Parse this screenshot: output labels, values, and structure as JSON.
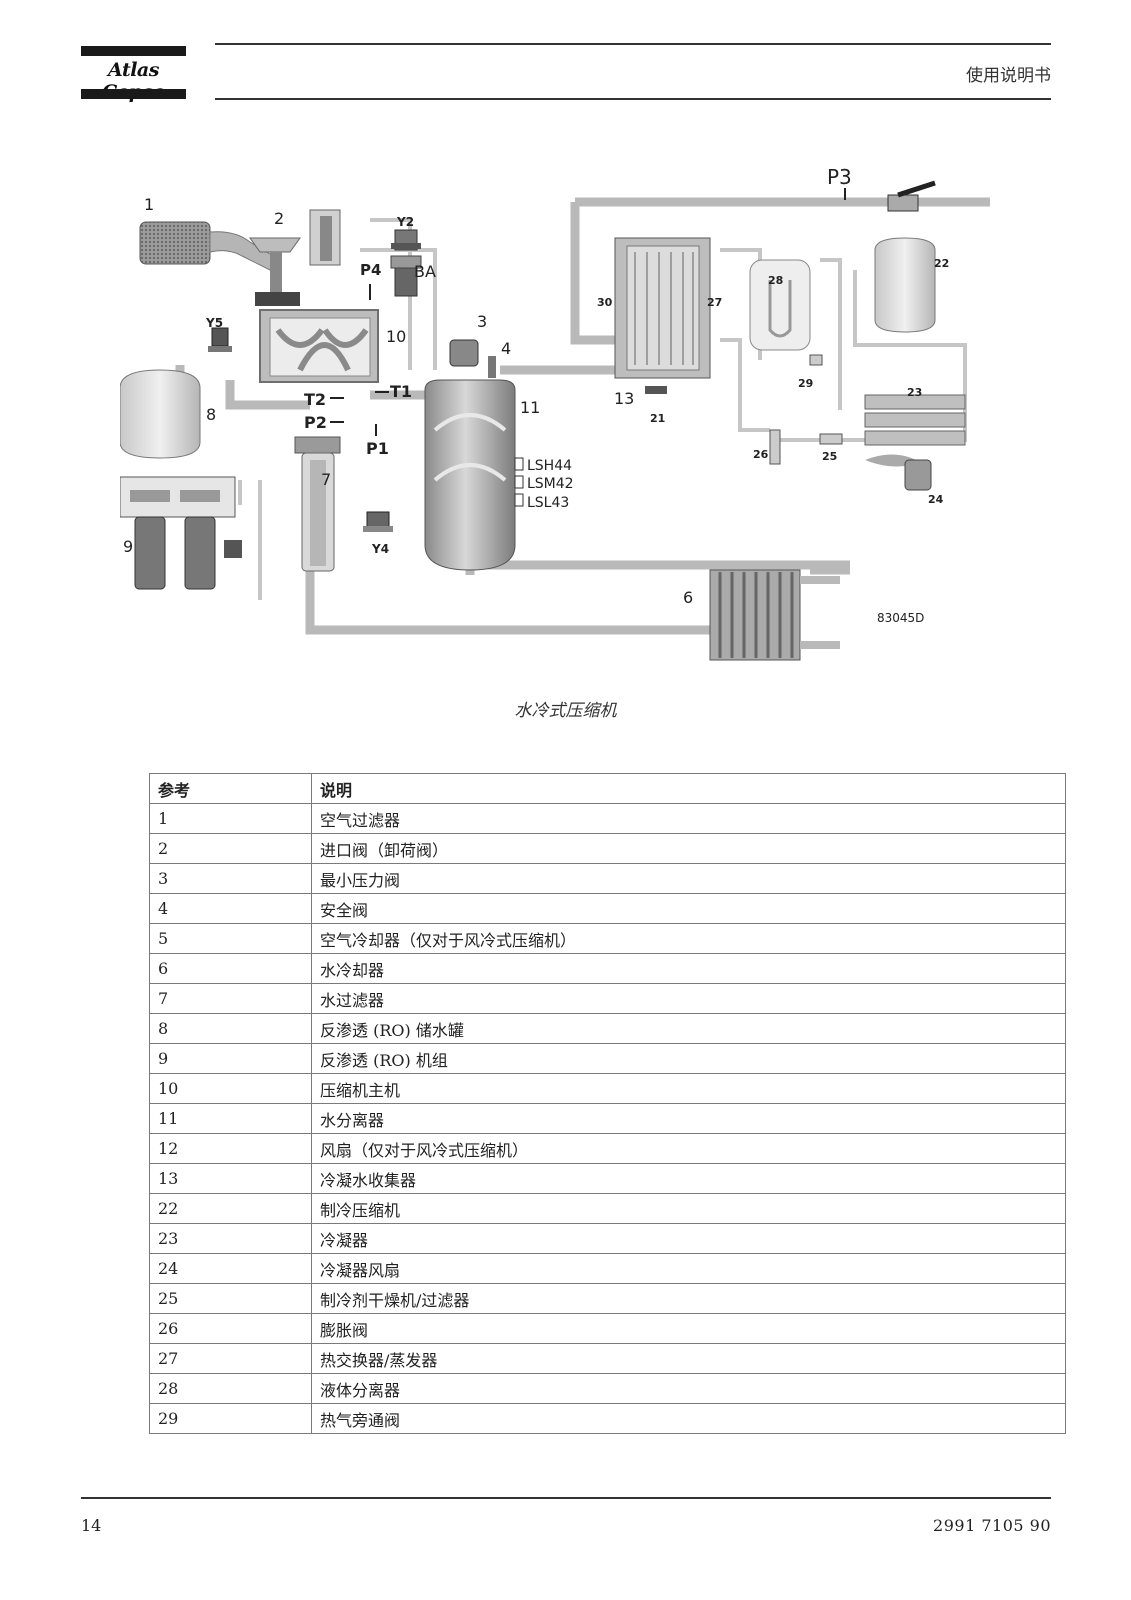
{
  "header": {
    "brand": "Atlas Copco",
    "title": "使用说明书"
  },
  "figure": {
    "caption": "水冷式压缩机",
    "drawing_id": "83045D",
    "labels": {
      "n1": "1",
      "n2": "2",
      "n3": "3",
      "n4": "4",
      "n6": "6",
      "n7": "7",
      "n8": "8",
      "n9": "9",
      "n10": "10",
      "n11": "11",
      "n13": "13",
      "n21": "21",
      "n22": "22",
      "n23": "23",
      "n24": "24",
      "n25": "25",
      "n26": "26",
      "n27": "27",
      "n28": "28",
      "n29": "29",
      "n30": "30",
      "y2": "Y2",
      "y4": "Y4",
      "y5": "Y5",
      "p1": "P1",
      "p2": "P2",
      "p3": "P3",
      "p4": "P4",
      "t1": "T1",
      "t2": "T2",
      "ba": "BA",
      "lsh44": "LSH44",
      "lsm42": "LSM42",
      "lsl43": "LSL43"
    }
  },
  "table": {
    "headers": [
      "参考",
      "说明"
    ],
    "rows": [
      [
        "1",
        "空气过滤器"
      ],
      [
        "2",
        "进口阀（卸荷阀）"
      ],
      [
        "3",
        "最小压力阀"
      ],
      [
        "4",
        "安全阀"
      ],
      [
        "5",
        "空气冷却器（仅对于风冷式压缩机）"
      ],
      [
        "6",
        "水冷却器"
      ],
      [
        "7",
        "水过滤器"
      ],
      [
        "8",
        "反渗透 (RO) 储水罐"
      ],
      [
        "9",
        "反渗透 (RO) 机组"
      ],
      [
        "10",
        "压缩机主机"
      ],
      [
        "11",
        "水分离器"
      ],
      [
        "12",
        "风扇（仅对于风冷式压缩机）"
      ],
      [
        "13",
        "冷凝水收集器"
      ],
      [
        "22",
        "制冷压缩机"
      ],
      [
        "23",
        "冷凝器"
      ],
      [
        "24",
        "冷凝器风扇"
      ],
      [
        "25",
        "制冷剂干燥机/过滤器"
      ],
      [
        "26",
        "膨胀阀"
      ],
      [
        "27",
        "热交换器/蒸发器"
      ],
      [
        "28",
        "液体分离器"
      ],
      [
        "29",
        "热气旁通阀"
      ]
    ]
  },
  "footer": {
    "page": "14",
    "doc_number": "2991 7105 90"
  }
}
